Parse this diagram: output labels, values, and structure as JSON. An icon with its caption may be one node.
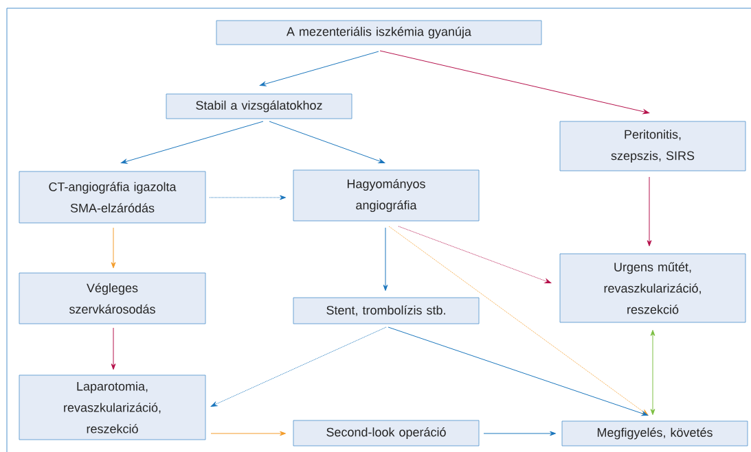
{
  "diagram": {
    "nodes": [
      {
        "text": [
          "A mezenteriális iszkémia gyanúja"
        ]
      },
      {
        "text": [
          "Stabil a vizsgálatokhoz"
        ]
      },
      {
        "text": [
          "Peritonitis, szepszis, SIRS"
        ]
      },
      {
        "text": [
          "CT-angiográfia igazolta SMA-elzáródás"
        ]
      },
      {
        "text": [
          "Hagyományos angiográfia"
        ]
      },
      {
        "text": [
          "Végleges szervkárosodás"
        ]
      },
      {
        "text": [
          "Urgens műtét, revaszkularizáció, reszekció"
        ]
      },
      {
        "text": [
          "Stent, trombolízis stb."
        ]
      },
      {
        "text": [
          "Laparotomia, revaszkularizáció, reszekció"
        ]
      },
      {
        "text": [
          "Second-look operáció"
        ]
      },
      {
        "text": [
          "Megfigyelés, követés"
        ]
      }
    ],
    "edges": [
      {
        "from": 0,
        "to": 1,
        "arrow": "to"
      },
      {
        "from": 0,
        "to": 2,
        "arrow": "to",
        "color": "#b5104a"
      },
      {
        "from": 1,
        "to": 3,
        "arrow": "to"
      },
      {
        "from": 1,
        "to": 4,
        "arrow": "to"
      },
      {
        "from": 3,
        "to": 4,
        "arrow": "to",
        "style": "dashed"
      },
      {
        "from": 2,
        "to": 6,
        "arrow": "to",
        "color": "#b5104a"
      },
      {
        "from": 4,
        "to": 6,
        "arrow": "to",
        "style": "dashed",
        "color": "#b5104a"
      },
      {
        "from": 4,
        "to": 7,
        "arrow": "to"
      },
      {
        "from": 4,
        "to": 10,
        "arrow": "to",
        "style": "dashed",
        "color": "#f39c2a"
      },
      {
        "from": 3,
        "to": 5,
        "arrow": "to",
        "color": "#f39c2a"
      },
      {
        "from": 5,
        "to": 8,
        "arrow": "to",
        "color": "#b5104a"
      },
      {
        "from": 7,
        "to": 8,
        "arrow": "to",
        "style": "dashed"
      },
      {
        "from": 7,
        "to": 10,
        "arrow": "to"
      },
      {
        "from": 6,
        "to": 10,
        "arrow": "both",
        "color": "#7cbf42"
      },
      {
        "from": 8,
        "to": 9,
        "arrow": "to",
        "color": "#f39c2a"
      },
      {
        "from": 9,
        "to": 10,
        "arrow": "to"
      }
    ]
  }
}
